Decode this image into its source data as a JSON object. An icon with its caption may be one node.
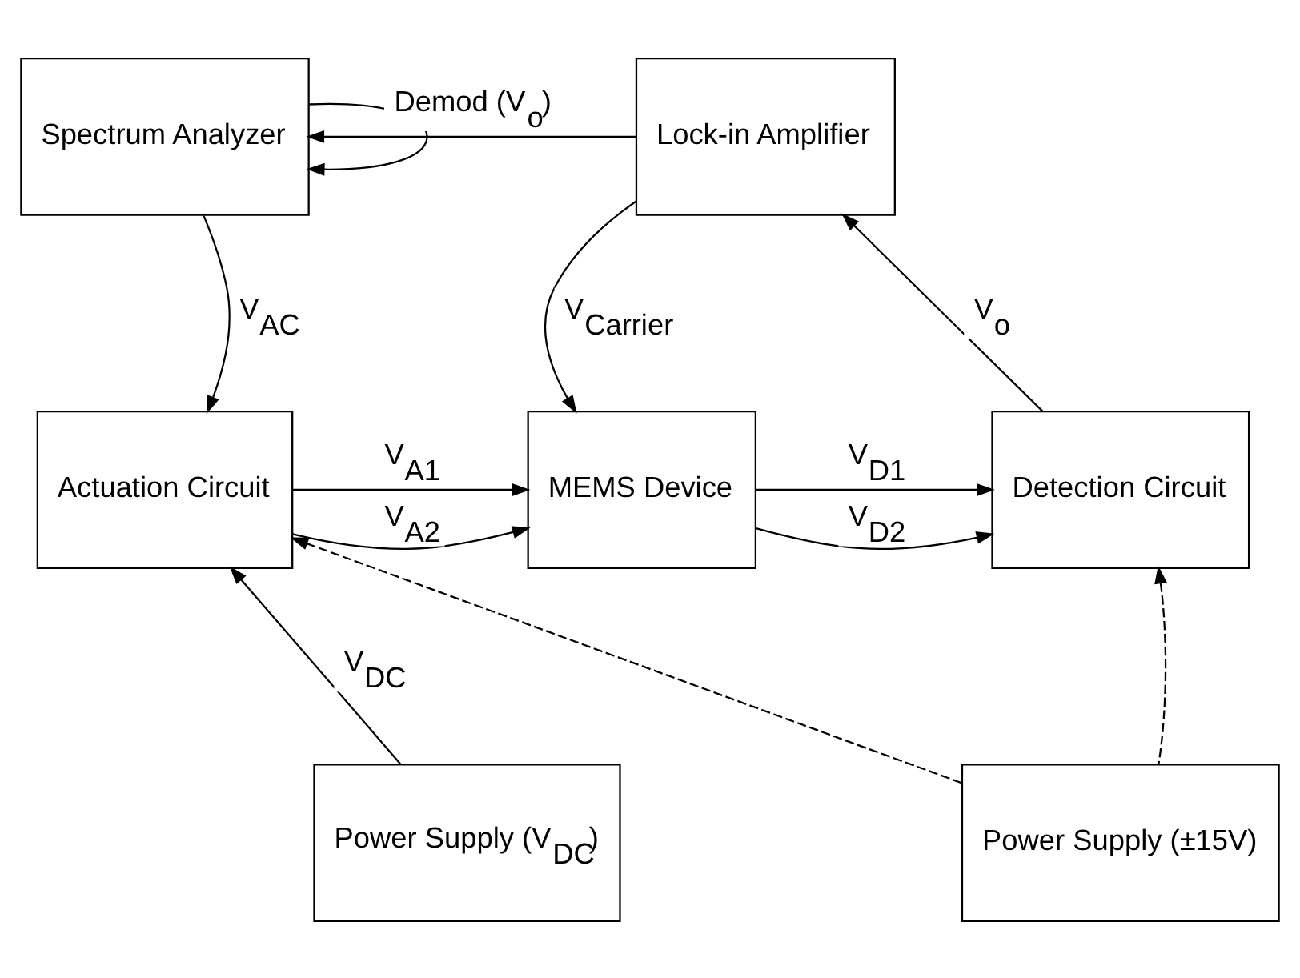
{
  "diagram": {
    "nodes": [
      {
        "text": [
          "Spectrum Analyzer"
        ]
      },
      {
        "text": [
          "Lock-in Amplifier"
        ]
      },
      {
        "text": [
          "Actuation Circuit"
        ]
      },
      {
        "text": [
          "MEMS Device"
        ]
      },
      {
        "text": [
          "Detection Circuit"
        ]
      },
      {
        "text": [
          "Power Supply (V$_{DC}$)"
        ]
      },
      {
        "text": [
          "Power Supply (±15V)"
        ]
      }
    ],
    "edges": [
      {
        "from": 0,
        "to": 2,
        "arrow": "to",
        "label": "V$_{AC}$"
      },
      {
        "from": 0,
        "to": 0,
        "arrow": "to"
      },
      {
        "from": 1,
        "to": 0,
        "arrow": "to",
        "label": "Demod (V$_{o}$)"
      },
      {
        "from": 1,
        "to": 3,
        "arrow": "to",
        "label": "V$_{Carrier}$"
      },
      {
        "from": 2,
        "to": 3,
        "arrow": "to",
        "label": "V$_{A1}$"
      },
      {
        "from": 2,
        "to": 3,
        "arrow": "to",
        "label": "V$_{A2}$"
      },
      {
        "from": 3,
        "to": 4,
        "arrow": "to",
        "label": "V$_{D1}$"
      },
      {
        "from": 3,
        "to": 4,
        "arrow": "to",
        "label": "V$_{D2}$"
      },
      {
        "from": 4,
        "to": 1,
        "arrow": "to",
        "label": "V$_{o}$"
      },
      {
        "from": 5,
        "to": 2,
        "arrow": "to",
        "label": "V$_{DC}$"
      },
      {
        "from": 6,
        "to": 2,
        "arrow": "to",
        "style": "dashed"
      },
      {
        "from": 6,
        "to": 4,
        "arrow": "to",
        "style": "dashed"
      }
    ]
  }
}
